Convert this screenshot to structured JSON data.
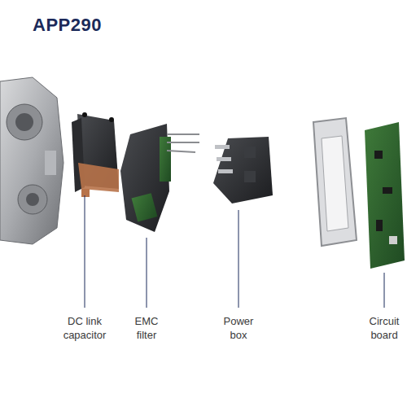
{
  "diagram": {
    "title": "APP290",
    "labels": [
      "DC link capacitor",
      "EMC filter",
      "Power box",
      "Circuit board"
    ]
  }
}
